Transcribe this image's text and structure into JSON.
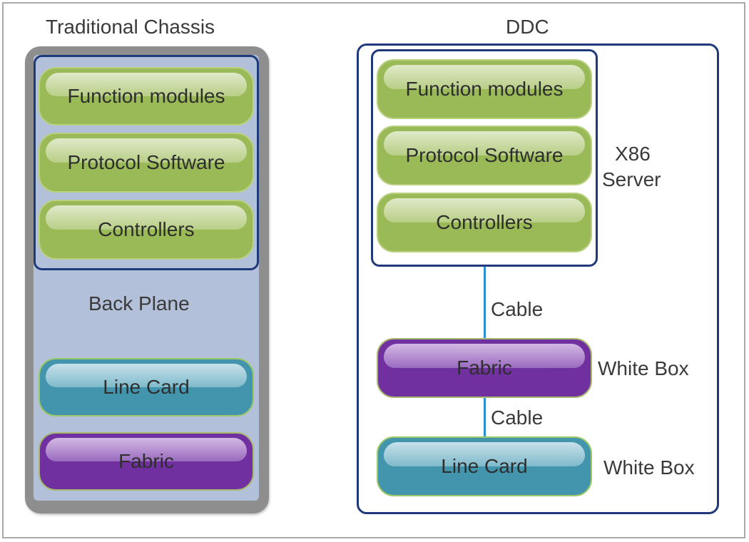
{
  "left": {
    "title": "Traditional Chassis",
    "modules": [
      "Function modules",
      "Protocol Software",
      "Controllers"
    ],
    "backplane_label": "Back Plane",
    "line_card": "Line Card",
    "fabric": "Fabric"
  },
  "right": {
    "title": "DDC",
    "modules": [
      "Function modules",
      "Protocol Software",
      "Controllers"
    ],
    "server_label_line1": "X86",
    "server_label_line2": "Server",
    "cable_label_1": "Cable",
    "fabric": "Fabric",
    "fabric_box_label": "White Box",
    "cable_label_2": "Cable",
    "line_card": "Line Card",
    "line_card_box_label": "White Box"
  },
  "colors": {
    "module_green": "#9aba58",
    "line_card_teal": "#4395ad",
    "fabric_purple": "#7030a0",
    "backplane_blue": "#b2c0da",
    "border_navy": "#1f3a7a",
    "cable_blue": "#2a8fd4",
    "chassis_gray": "#8e8e8e"
  }
}
